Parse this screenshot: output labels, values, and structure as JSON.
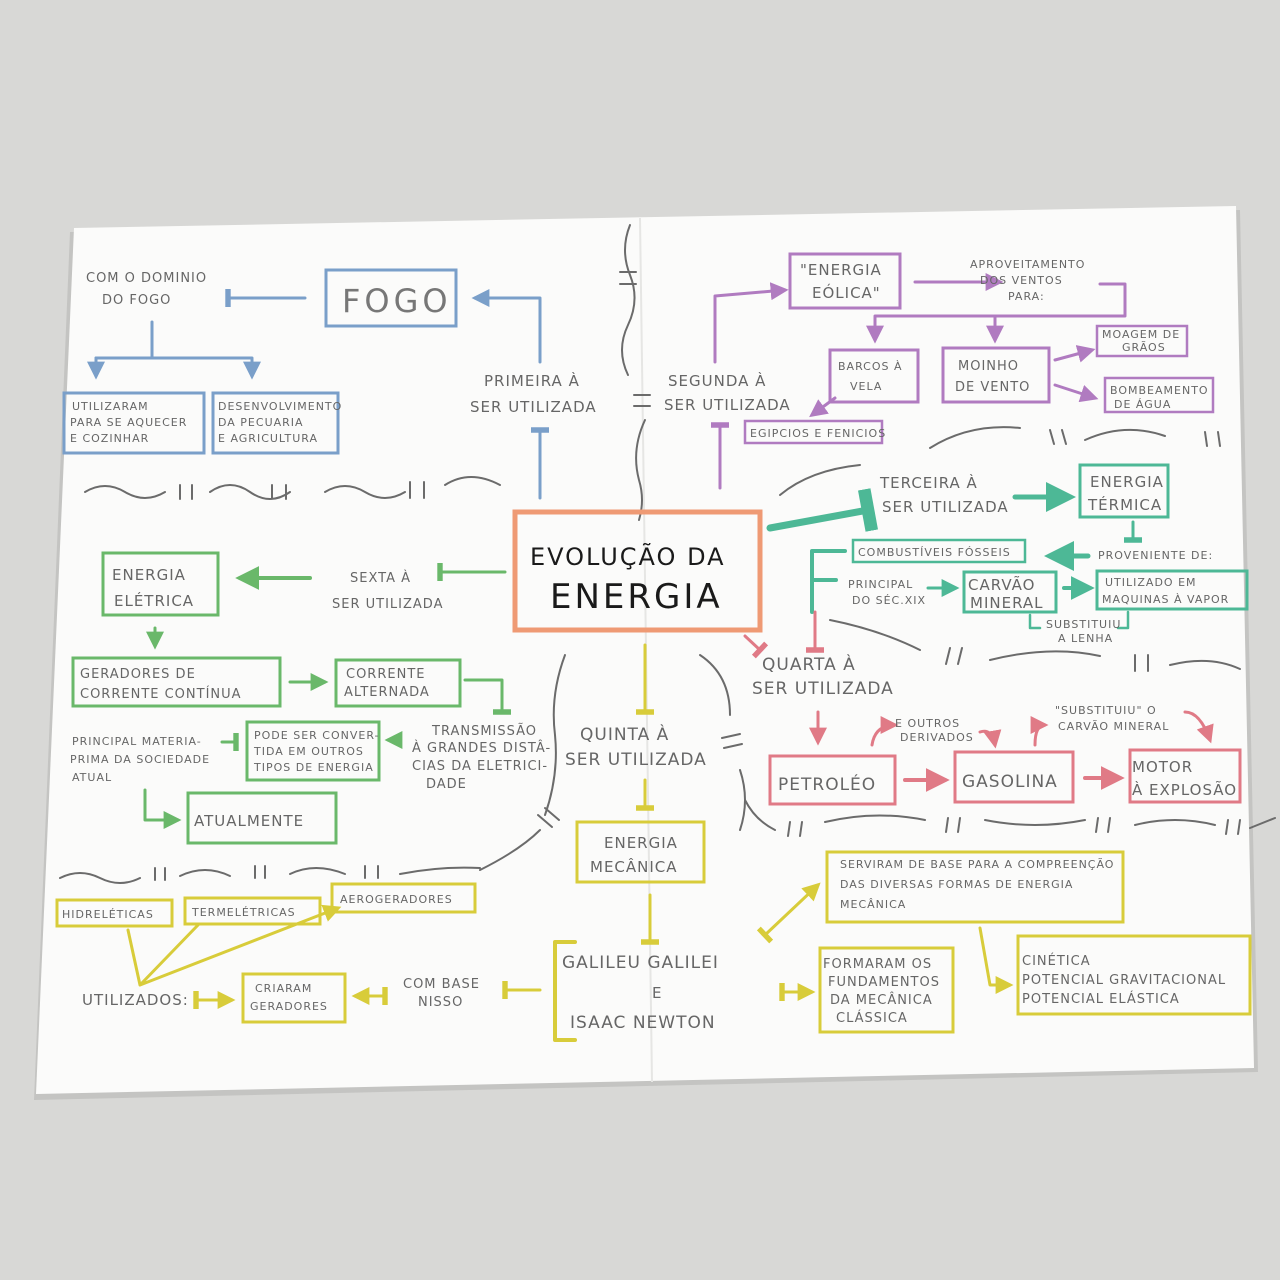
{
  "title": {
    "line1": "EVOLUÇÃO   DA",
    "line2": "ENERGIA"
  },
  "fogo": {
    "label": "FOGO",
    "note": [
      "COM O DOMINIO",
      "DO FOGO"
    ],
    "b1": [
      "UTILIZARAM",
      "PARA SE AQUECER",
      "E COZINHAR"
    ],
    "b2": [
      "DESENVOLVIMENTO",
      "DA PECUARIA",
      "E AGRICULTURA"
    ],
    "order": [
      "PRIMEIRA À",
      "SER UTILIZADA"
    ]
  },
  "eolica": {
    "label": [
      "\"ENERGIA",
      "EÓLICA\""
    ],
    "order": [
      "SEGUNDA À",
      "SER UTILIZADA"
    ],
    "note": [
      "APROVEITAMENTO",
      "DOS VENTOS",
      "PARA:"
    ],
    "barcos": [
      "BARCOS À",
      "VELA"
    ],
    "moinho": [
      "MOINHO",
      "DE VENTO"
    ],
    "moagem": [
      "MOAGEM DE",
      "GRÃOS"
    ],
    "bombeamento": [
      "BOMBEAMENTO",
      "DE ÁGUA"
    ],
    "egipcios": "EGIPCIOS E FENICIOS"
  },
  "termica": {
    "order": [
      "TERCEIRA À",
      "SER UTILIZADA"
    ],
    "label": [
      "ENERGIA",
      "TÉRMICA"
    ],
    "combustiveis": "COMBUSTÍVEIS FÓSSEIS",
    "proveniente": "PROVENIENTE DE:",
    "principal": [
      "PRINCIPAL",
      "DO SÉC.XIX"
    ],
    "carvao": [
      "CARVÃO",
      "MINERAL"
    ],
    "maquinas": [
      "UTILIZADO EM",
      "MAQUINAS À VAPOR"
    ],
    "lenha": [
      "SUBSTITUIU",
      "A LENHA"
    ]
  },
  "petroleo": {
    "order": [
      "QUARTA À",
      "SER UTILIZADA"
    ],
    "label": "PETROLÉO",
    "derivados": [
      "E OUTROS",
      "DERIVADOS"
    ],
    "gasolina": "GASOLINA",
    "substituiu": [
      "\"SUBSTITUIU\" O",
      "CARVÃO MINERAL"
    ],
    "motor": [
      "MOTOR",
      "À EXPLOSÃO"
    ]
  },
  "mecanica": {
    "order": [
      "QUINTA À",
      "SER UTILIZADA"
    ],
    "label": [
      "ENERGIA",
      "MECÂNICA"
    ],
    "cientistas": [
      "GALILEU GALILEI",
      "E",
      "ISAAC NEWTON"
    ],
    "base": [
      "SERVIRAM DE BASE PARA A COMPREENÇÃO",
      "DAS DIVERSAS FORMAS DE ENERGIA",
      "MECÂNICA"
    ],
    "tipos": [
      "CINÉTICA",
      "POTENCIAL GRAVITACIONAL",
      "POTENCIAL ELÁSTICA"
    ],
    "fundamentos": [
      "FORMARAM OS",
      "FUNDAMENTOS",
      "DA MECÂNICA",
      "CLÁSSICA"
    ],
    "com_base": [
      "COM BASE",
      "NISSO"
    ],
    "criaram": [
      "CRIARAM",
      "GERADORES"
    ],
    "utilizados": "UTILIZADOS:",
    "hidre": "HIDRELÉTICAS",
    "termel": "TERMELÉTRICAS",
    "aero": "AEROGERADORES"
  },
  "eletrica": {
    "order": [
      "SEXTA À",
      "SER UTILIZADA"
    ],
    "label": [
      "ENERGIA",
      "ELÉTRICA"
    ],
    "geradores": [
      "GERADORES DE",
      "CORRENTE CONTÍNUA"
    ],
    "alternada": [
      "CORRENTE",
      "ALTERNADA"
    ],
    "transmissao": [
      "TRANSMISSÃO",
      "À GRANDES DISTÂ-",
      "CIAS DA ELETRICI-",
      "DADE"
    ],
    "convertida": [
      "PODE SER CONVER-",
      "TIDA EM OUTROS",
      "TIPOS DE ENERGIA"
    ],
    "principal": [
      "PRINCIPAL MATERIA-",
      "PRIMA DA SOCIEDADE",
      "ATUAL"
    ],
    "atualmente": "ATUALMENTE"
  },
  "colors": {
    "blue": "#7a9fc9",
    "purple": "#b07bc0",
    "green": "#6ab86a",
    "teal": "#4db896",
    "red": "#e07a86",
    "yellow": "#d8cc3a",
    "orange": "#ef9a74"
  }
}
